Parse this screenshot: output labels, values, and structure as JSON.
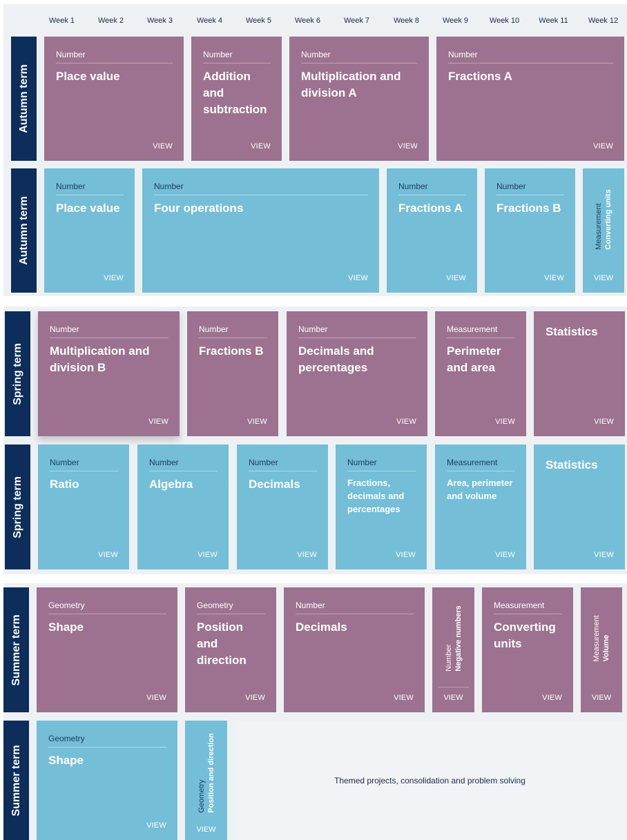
{
  "weeks": [
    "Week 1",
    "Week 2",
    "Week 3",
    "Week 4",
    "Week 5",
    "Week 6",
    "Week 7",
    "Week 8",
    "Week 9",
    "Week 10",
    "Week 11",
    "Week 12"
  ],
  "view_label": "VIEW",
  "terms": {
    "autumn": "Autumn term",
    "spring": "Spring term",
    "summer": "Summer term"
  },
  "autumn_y5": [
    {
      "cat": "Number",
      "title": "Place value"
    },
    {
      "cat": "Number",
      "title": "Addition and subtraction"
    },
    {
      "cat": "Number",
      "title": "Multiplication and division A"
    },
    {
      "cat": "Number",
      "title": "Fractions A"
    }
  ],
  "autumn_y6": [
    {
      "cat": "Number",
      "title": "Place value"
    },
    {
      "cat": "Number",
      "title": "Four operations"
    },
    {
      "cat": "Number",
      "title": "Fractions A"
    },
    {
      "cat": "Number",
      "title": "Fractions B"
    },
    {
      "cat": "Measurement",
      "title": "Converting units"
    }
  ],
  "spring_y5": [
    {
      "cat": "Number",
      "title": "Multiplication and division B"
    },
    {
      "cat": "Number",
      "title": "Fractions B"
    },
    {
      "cat": "Number",
      "title": "Decimals and percentages"
    },
    {
      "cat": "Measurement",
      "title": "Perimeter and area"
    },
    {
      "cat": "",
      "title": "Statistics"
    }
  ],
  "spring_y6": [
    {
      "cat": "Number",
      "title": "Ratio"
    },
    {
      "cat": "Number",
      "title": "Algebra"
    },
    {
      "cat": "Number",
      "title": "Decimals"
    },
    {
      "cat": "Number",
      "title": "Fractions, decimals and percentages"
    },
    {
      "cat": "Measurement",
      "title": "Area, perimeter and volume"
    },
    {
      "cat": "",
      "title": "Statistics"
    }
  ],
  "summer_y5": [
    {
      "cat": "Geometry",
      "title": "Shape"
    },
    {
      "cat": "Geometry",
      "title": "Position and direction"
    },
    {
      "cat": "Number",
      "title": "Decimals"
    },
    {
      "cat": "Number",
      "title": "Negative numbers"
    },
    {
      "cat": "Measurement",
      "title": "Converting units"
    },
    {
      "cat": "Measurement",
      "title": "Volume"
    }
  ],
  "summer_y6": [
    {
      "cat": "Geometry",
      "title": "Shape"
    },
    {
      "cat": "Geometry",
      "title": "Position and direction"
    }
  ],
  "themed_text": "Themed projects, consolidation and problem solving",
  "colors": {
    "year5": "#9c7290",
    "year6": "#74bed8",
    "term_label": "#0d2d5a",
    "background": "#eef1f4"
  }
}
